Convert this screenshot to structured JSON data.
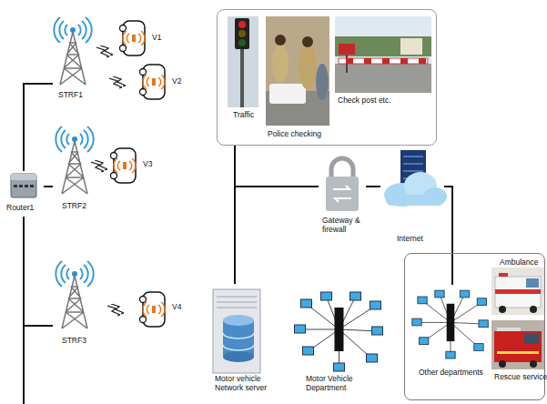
{
  "diagram": {
    "nodes": [
      {
        "text": [
          "STRF1"
        ]
      },
      {
        "text": [
          "V1"
        ]
      },
      {
        "text": [
          "V2"
        ]
      },
      {
        "text": [
          "STRF2"
        ]
      },
      {
        "text": [
          "V3"
        ]
      },
      {
        "text": [
          "Router1"
        ]
      },
      {
        "text": [
          "STRF3"
        ]
      },
      {
        "text": [
          "V4"
        ]
      },
      {
        "text": []
      },
      {
        "text": [
          "Traffic"
        ],
        "in": 8
      },
      {
        "text": [
          "Police checking"
        ],
        "in": 8
      },
      {
        "text": [
          "Check post etc."
        ],
        "in": 8
      },
      {
        "text": [
          "Gateway & firewall"
        ]
      },
      {
        "text": [
          "Internet"
        ]
      },
      {
        "text": [
          "Motor vehicle Network server"
        ]
      },
      {
        "text": [
          "Motor Vehicle Department"
        ]
      },
      {
        "text": []
      },
      {
        "text": [
          "Ambulance"
        ],
        "in": 16
      },
      {
        "text": [
          "Rescue service"
        ],
        "in": 16
      },
      {
        "text": [
          "Other departments"
        ],
        "in": 16
      }
    ],
    "edges": [
      {
        "from": 5,
        "to": 0,
        "arrow": "none"
      },
      {
        "from": 5,
        "to": 3,
        "arrow": "none"
      },
      {
        "from": 5,
        "to": 6,
        "arrow": "none"
      },
      {
        "from": 14,
        "to": 8,
        "arrow": "none"
      },
      {
        "from": 14,
        "to": 12,
        "arrow": "none"
      },
      {
        "from": 12,
        "to": 13,
        "arrow": "none"
      },
      {
        "from": 13,
        "to": 19,
        "arrow": "none"
      }
    ]
  }
}
